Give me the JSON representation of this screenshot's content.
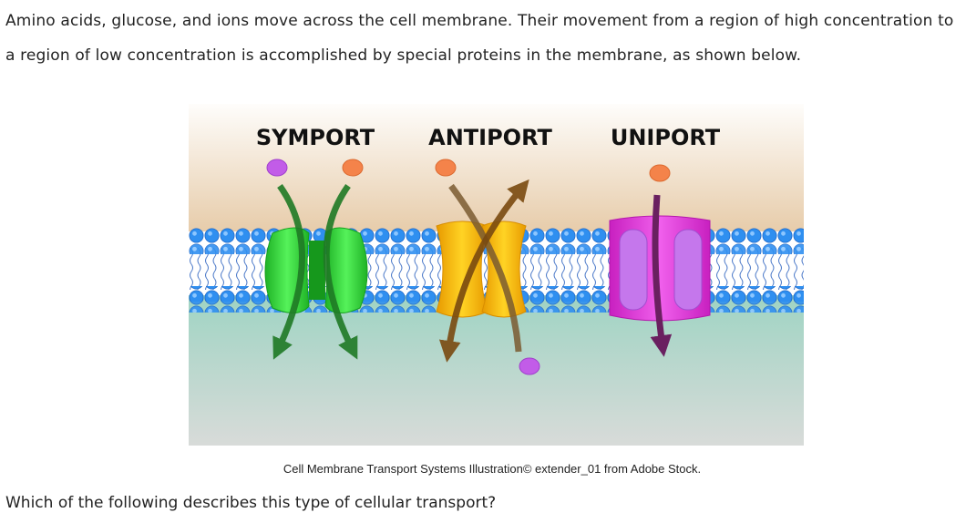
{
  "passage": {
    "intro_text": "Amino acids, glucose, and ions move across the cell membrane. Their movement from a region of high concentration to a region of low concentration is accomplished by special proteins in the membrane, as shown below."
  },
  "figure": {
    "labels": {
      "symport": "SYMPORT",
      "antiport": "ANTIPORT",
      "uniport": "UNIPORT"
    },
    "caption": "Cell Membrane Transport Systems Illustration© extender_01 from Adobe Stock."
  },
  "question": {
    "text": "Which of the following describes this type of cellular transport?"
  },
  "colors": {
    "symport_protein": "#38e23c",
    "antiport_protein": "#f5b400",
    "uniport_protein": "#e040d8",
    "membrane_heads": "#2f8ff0",
    "purple_particle": "#c25ce8",
    "orange_particle": "#f4834a"
  }
}
